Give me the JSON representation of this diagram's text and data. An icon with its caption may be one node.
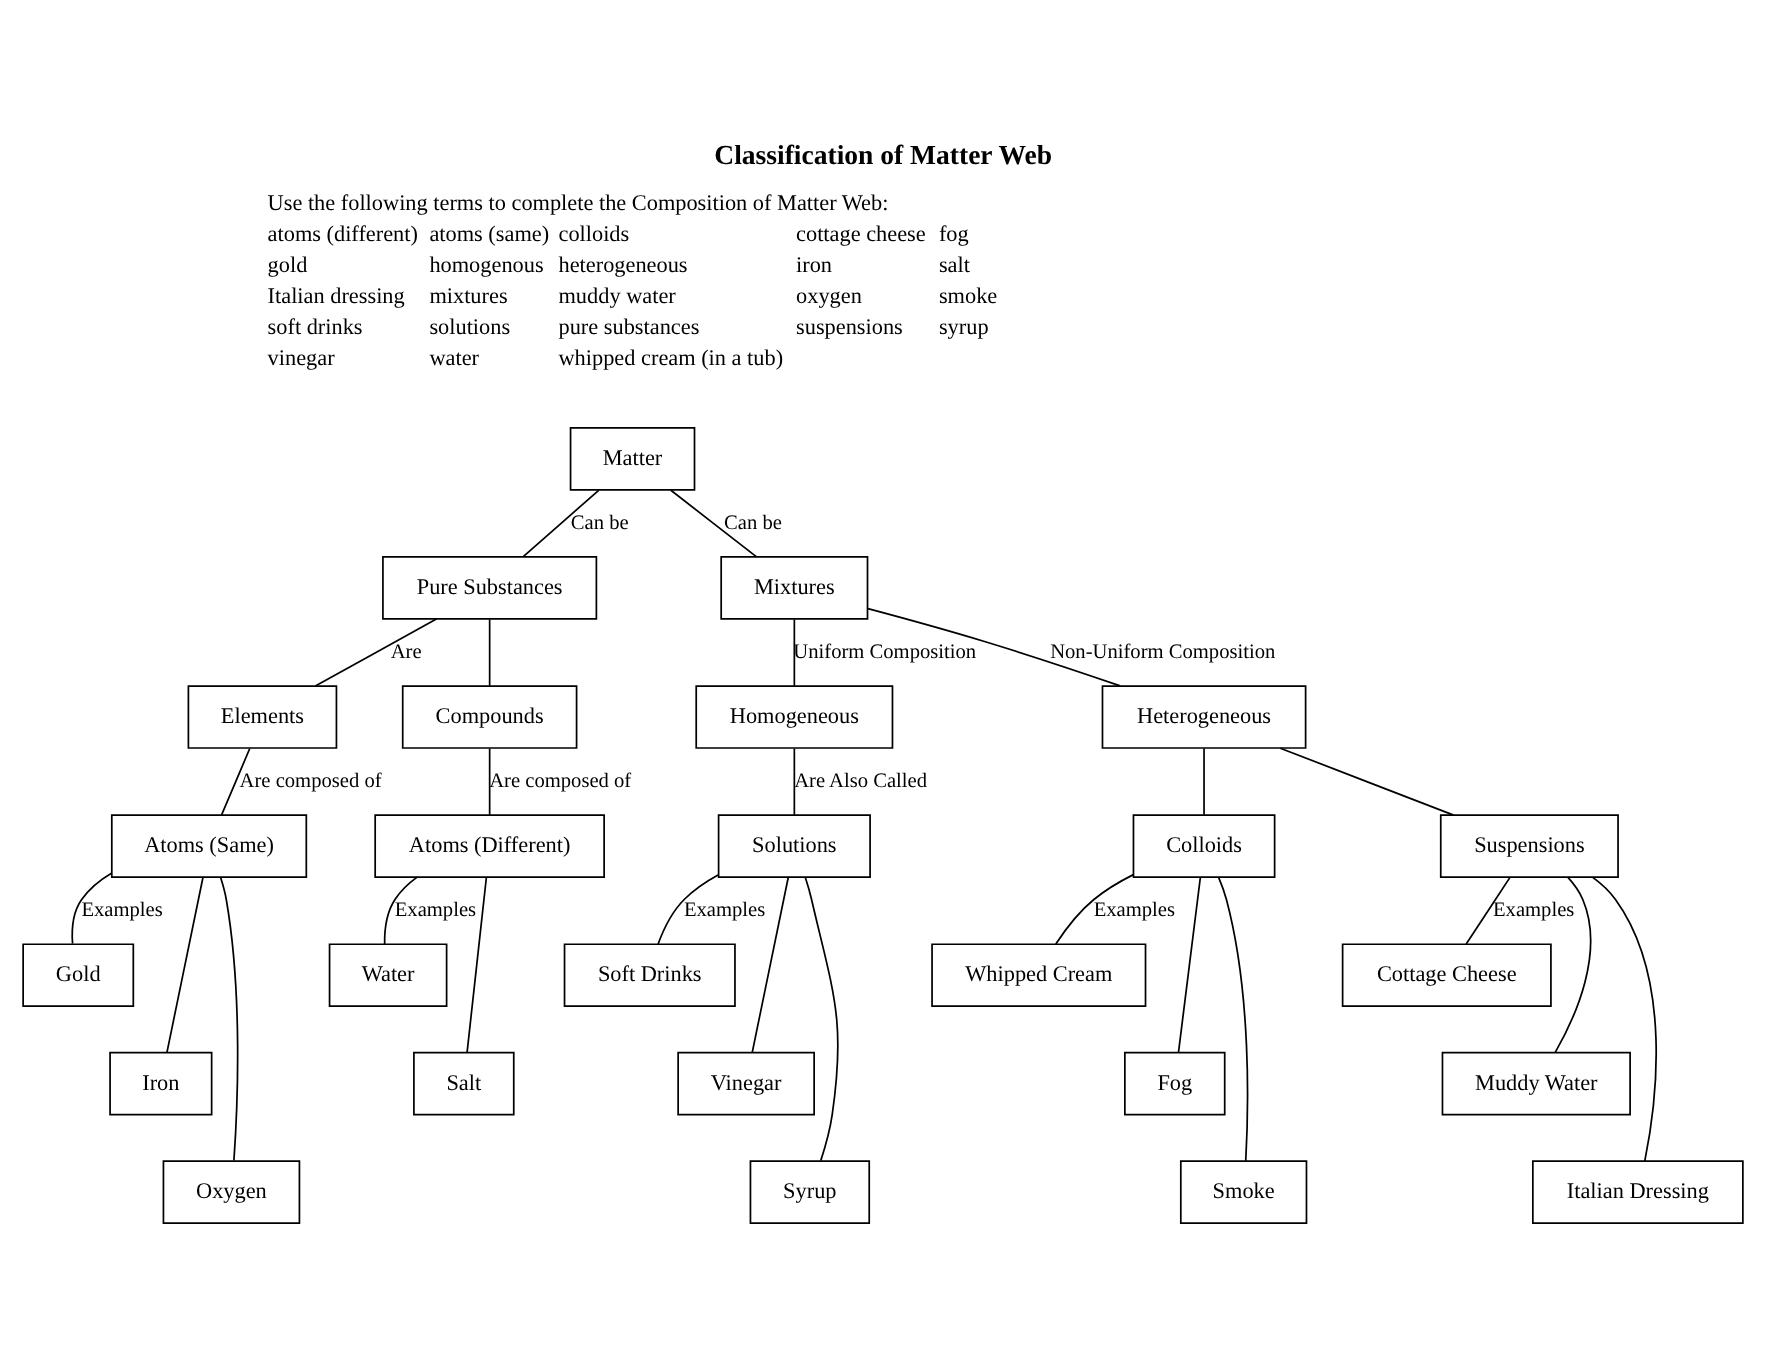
{
  "diagram": {
    "title": "Classification of Matter Web",
    "nodes": [
      {
        "text": [
          "Matter"
        ]
      },
      {
        "text": [
          "Pure Substances"
        ]
      },
      {
        "text": [
          "Mixtures"
        ]
      },
      {
        "text": [
          "Elements"
        ]
      },
      {
        "text": [
          "Compounds"
        ]
      },
      {
        "text": [
          "Homogeneous"
        ]
      },
      {
        "text": [
          "Heterogeneous"
        ]
      },
      {
        "text": [
          "Atoms (Same)"
        ]
      },
      {
        "text": [
          "Atoms (Different)"
        ]
      },
      {
        "text": [
          "Solutions"
        ]
      },
      {
        "text": [
          "Colloids"
        ]
      },
      {
        "text": [
          "Suspensions"
        ]
      },
      {
        "text": [
          "Gold"
        ]
      },
      {
        "text": [
          "Iron"
        ]
      },
      {
        "text": [
          "Oxygen"
        ]
      },
      {
        "text": [
          "Water"
        ]
      },
      {
        "text": [
          "Salt"
        ]
      },
      {
        "text": [
          "Soft Drinks"
        ]
      },
      {
        "text": [
          "Vinegar"
        ]
      },
      {
        "text": [
          "Syrup"
        ]
      },
      {
        "text": [
          "Whipped Cream"
        ]
      },
      {
        "text": [
          "Fog"
        ]
      },
      {
        "text": [
          "Smoke"
        ]
      },
      {
        "text": [
          "Cottage Cheese"
        ]
      },
      {
        "text": [
          "Muddy Water"
        ]
      },
      {
        "text": [
          "Italian Dressing"
        ]
      }
    ],
    "edges": [
      {
        "from": 0,
        "to": 1,
        "arrow": "none",
        "label": "Can be"
      },
      {
        "from": 0,
        "to": 2,
        "arrow": "none",
        "label": "Can be"
      },
      {
        "from": 1,
        "to": 3,
        "arrow": "none",
        "label": "Are"
      },
      {
        "from": 1,
        "to": 4,
        "arrow": "none"
      },
      {
        "from": 2,
        "to": 5,
        "arrow": "none",
        "label": "Uniform Composition"
      },
      {
        "from": 2,
        "to": 6,
        "arrow": "none",
        "label": "Non-Uniform Composition"
      },
      {
        "from": 3,
        "to": 7,
        "arrow": "none",
        "label": "Are composed of"
      },
      {
        "from": 4,
        "to": 8,
        "arrow": "none",
        "label": "Are composed of"
      },
      {
        "from": 5,
        "to": 9,
        "arrow": "none",
        "label": "Are Also Called"
      },
      {
        "from": 6,
        "to": 10,
        "arrow": "none"
      },
      {
        "from": 6,
        "to": 11,
        "arrow": "none"
      },
      {
        "from": 7,
        "to": 12,
        "arrow": "none",
        "label": "Examples"
      },
      {
        "from": 7,
        "to": 13,
        "arrow": "none"
      },
      {
        "from": 7,
        "to": 14,
        "arrow": "none"
      },
      {
        "from": 8,
        "to": 15,
        "arrow": "none",
        "label": "Examples"
      },
      {
        "from": 8,
        "to": 16,
        "arrow": "none"
      },
      {
        "from": 9,
        "to": 17,
        "arrow": "none",
        "label": "Examples"
      },
      {
        "from": 9,
        "to": 18,
        "arrow": "none"
      },
      {
        "from": 9,
        "to": 19,
        "arrow": "none"
      },
      {
        "from": 10,
        "to": 20,
        "arrow": "none",
        "label": "Examples"
      },
      {
        "from": 10,
        "to": 21,
        "arrow": "none"
      },
      {
        "from": 10,
        "to": 22,
        "arrow": "none"
      },
      {
        "from": 11,
        "to": 23,
        "arrow": "none",
        "label": "Examples"
      },
      {
        "from": 11,
        "to": 24,
        "arrow": "none"
      },
      {
        "from": 11,
        "to": 25,
        "arrow": "none"
      }
    ],
    "labels": [
      "Use the following terms to complete the Composition of Matter Web:",
      "atoms (different)",
      "atoms (same)",
      "colloids",
      "cottage cheese",
      "fog",
      "gold",
      "homogenous",
      "heterogeneous",
      "iron",
      "salt",
      "Italian dressing",
      "mixtures",
      "muddy water",
      "oxygen",
      "smoke",
      "soft drinks",
      "solutions",
      "pure substances",
      "suspensions",
      "syrup",
      "vinegar",
      "water",
      "whipped cream (in a tub)"
    ]
  }
}
